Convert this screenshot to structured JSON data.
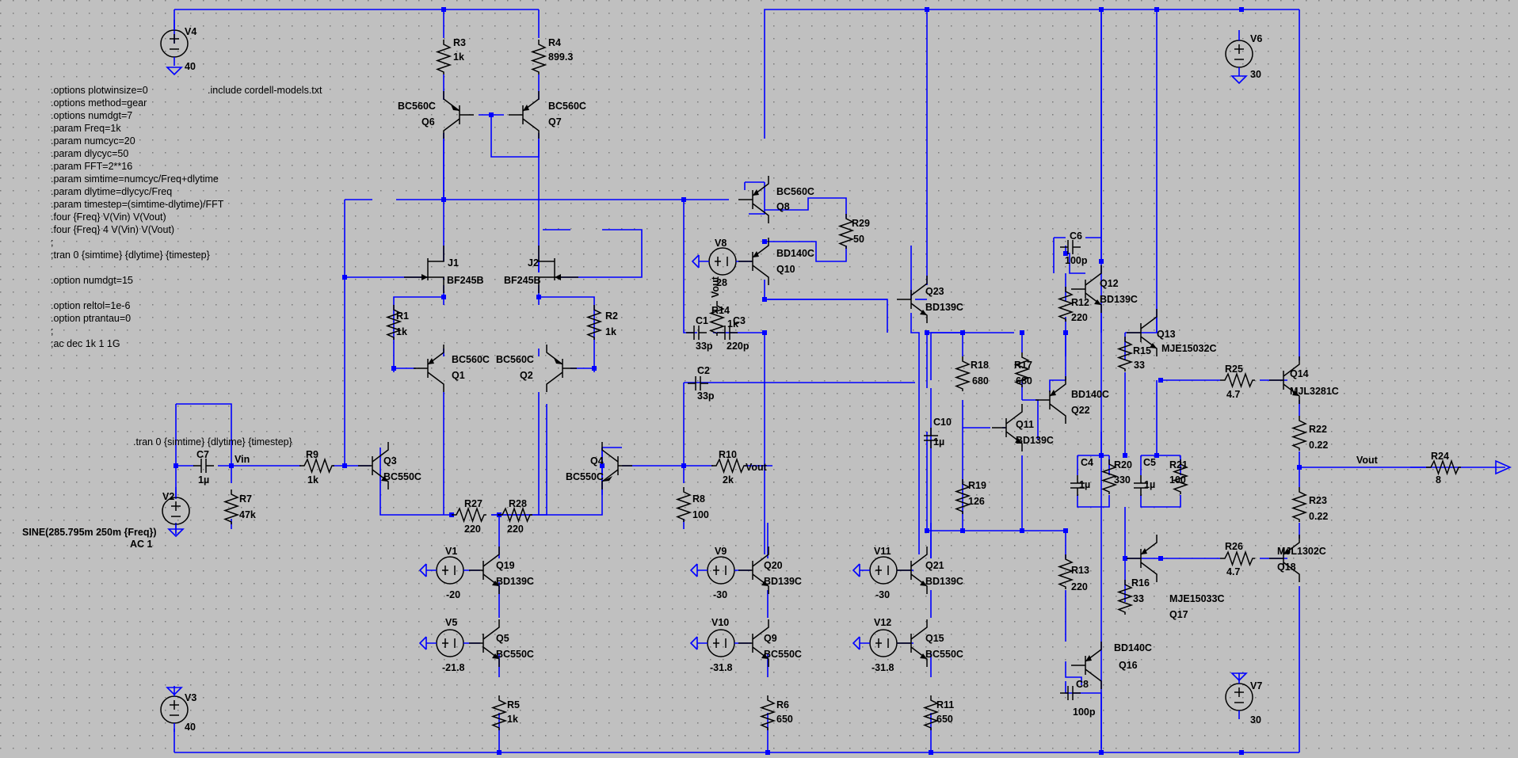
{
  "directives": [
    ".options plotwinsize=0",
    ".options method=gear",
    ".options numdgt=7",
    ".param Freq=1k",
    ".param numcyc=20",
    ".param dlycyc=50",
    ".param FFT=2**16",
    ".param simtime=numcyc/Freq+dlytime",
    ".param dlytime=dlycyc/Freq",
    ".param timestep=(simtime-dlytime)/FFT",
    ".four {Freq} V(Vin) V(Vout)",
    ".four {Freq} 4 V(Vin) V(Vout)",
    ";",
    ";tran 0 {simtime} {dlytime} {timestep}",
    "",
    ".option numdgt=15",
    "",
    ".option reltol=1e-6",
    ".option ptrantau=0",
    ";",
    ";ac dec 1k 1 1G"
  ],
  "include": ".include cordell-models.txt",
  "tran": ".tran 0 {simtime} {dlytime} {timestep}",
  "v2": {
    "name": "V2",
    "line1": "SINE(285.795m 250m {Freq})",
    "line2": "AC 1"
  },
  "labels": {
    "V4n": "V4",
    "V4v": "40",
    "V3n": "V3",
    "V3v": "40",
    "V6n": "V6",
    "V6v": "30",
    "V7n": "V7",
    "V7v": "30",
    "V1n": "V1",
    "V1v": "-20",
    "V5n": "V5",
    "V5v": "-21.8",
    "V9n": "V9",
    "V9v": "-30",
    "V10n": "V10",
    "V10v": "-31.8",
    "V11n": "V11",
    "V11v": "-30",
    "V12n": "V12",
    "V12v": "-31.8",
    "V8n": "V8",
    "V8v": "28",
    "R3n": "R3",
    "R3v": "1k",
    "R4n": "R4",
    "R4v": "899.3",
    "R1n": "R1",
    "R1v": "1k",
    "R2n": "R2",
    "R2v": "1k",
    "R5n": "R5",
    "R5v": "1k",
    "R6n": "R6",
    "R6v": "650",
    "R7n": "R7",
    "R7v": "47k",
    "R8n": "R8",
    "R8v": "100",
    "R9n": "R9",
    "R9v": "1k",
    "R10n": "R10",
    "R10v": "2k",
    "R11n": "R11",
    "R11v": "650",
    "R12n": "R12",
    "R12v": "220",
    "R13n": "R13",
    "R13v": "220",
    "R14n": "R14",
    "R14v": "1k",
    "R15n": "R15",
    "R15v": "33",
    "R16n": "R16",
    "R16v": "33",
    "R17n": "R17",
    "R17v": "680",
    "R18n": "R18",
    "R18v": "680",
    "R19n": "R19",
    "R19v": "126",
    "R20n": "R20",
    "R20v": "330",
    "R21n": "R21",
    "R21v": "100",
    "R22n": "R22",
    "R22v": "0.22",
    "R23n": "R23",
    "R23v": "0.22",
    "R24n": "R24",
    "R24v": "8",
    "R25n": "R25",
    "R25v": "4.7",
    "R26n": "R26",
    "R26v": "4.7",
    "R27n": "R27",
    "R27v": "220",
    "R28n": "R28",
    "R28v": "220",
    "R29n": "R29",
    "R29v": "50",
    "C1n": "C1",
    "C1v": "33p",
    "C2n": "C2",
    "C2v": "33p",
    "C3n": "C3",
    "C3v": "220p",
    "C4n": "C4",
    "C4v": "1µ",
    "C5n": "C5",
    "C5v": "1µ",
    "C6n": "C6",
    "C6v": "100p",
    "C7n": "C7",
    "C7v": "1µ",
    "C8n": "C8",
    "C8v": "100p",
    "C10n": "C10",
    "C10v": "1µ",
    "Q1n": "Q1",
    "Q1m": "BC560C",
    "Q2n": "Q2",
    "Q2m": "BC560C",
    "Q3n": "Q3",
    "Q3m": "BC550C",
    "Q4n": "Q4",
    "Q4m": "BC550C",
    "Q5n": "Q5",
    "Q5m": "BC550C",
    "Q6n": "Q6",
    "Q6m": "BC560C",
    "Q7n": "Q7",
    "Q7m": "BC560C",
    "Q8n": "Q8",
    "Q8m": "BC560C",
    "Q9n": "Q9",
    "Q9m": "BC550C",
    "Q10n": "Q10",
    "Q10m": "BD140C",
    "Q11n": "Q11",
    "Q11m": "BD139C",
    "Q12n": "Q12",
    "Q12m": "BD139C",
    "Q13n": "Q13",
    "Q13m": "MJE15032C",
    "Q14n": "Q14",
    "Q14m": "MJL3281C",
    "Q15n": "Q15",
    "Q15m": "BC550C",
    "Q16n": "Q16",
    "Q16m": "BD140C",
    "Q17n": "Q17",
    "Q17m": "MJE15033C",
    "Q18n": "Q18",
    "Q18m": "MJL1302C",
    "Q19n": "Q19",
    "Q19m": "BD139C",
    "Q20n": "Q20",
    "Q20m": "BD139C",
    "Q21n": "Q21",
    "Q21m": "BD139C",
    "Q22n": "Q22",
    "Q22m": "BD140C",
    "Q23n": "Q23",
    "Q23m": "BD139C",
    "J1n": "J1",
    "J1m": "BF245B",
    "J2n": "J2",
    "J2m": "BF245B",
    "vin": "Vin",
    "vout1": "Vout",
    "vout2": "Vout",
    "vout3": "Vout"
  }
}
